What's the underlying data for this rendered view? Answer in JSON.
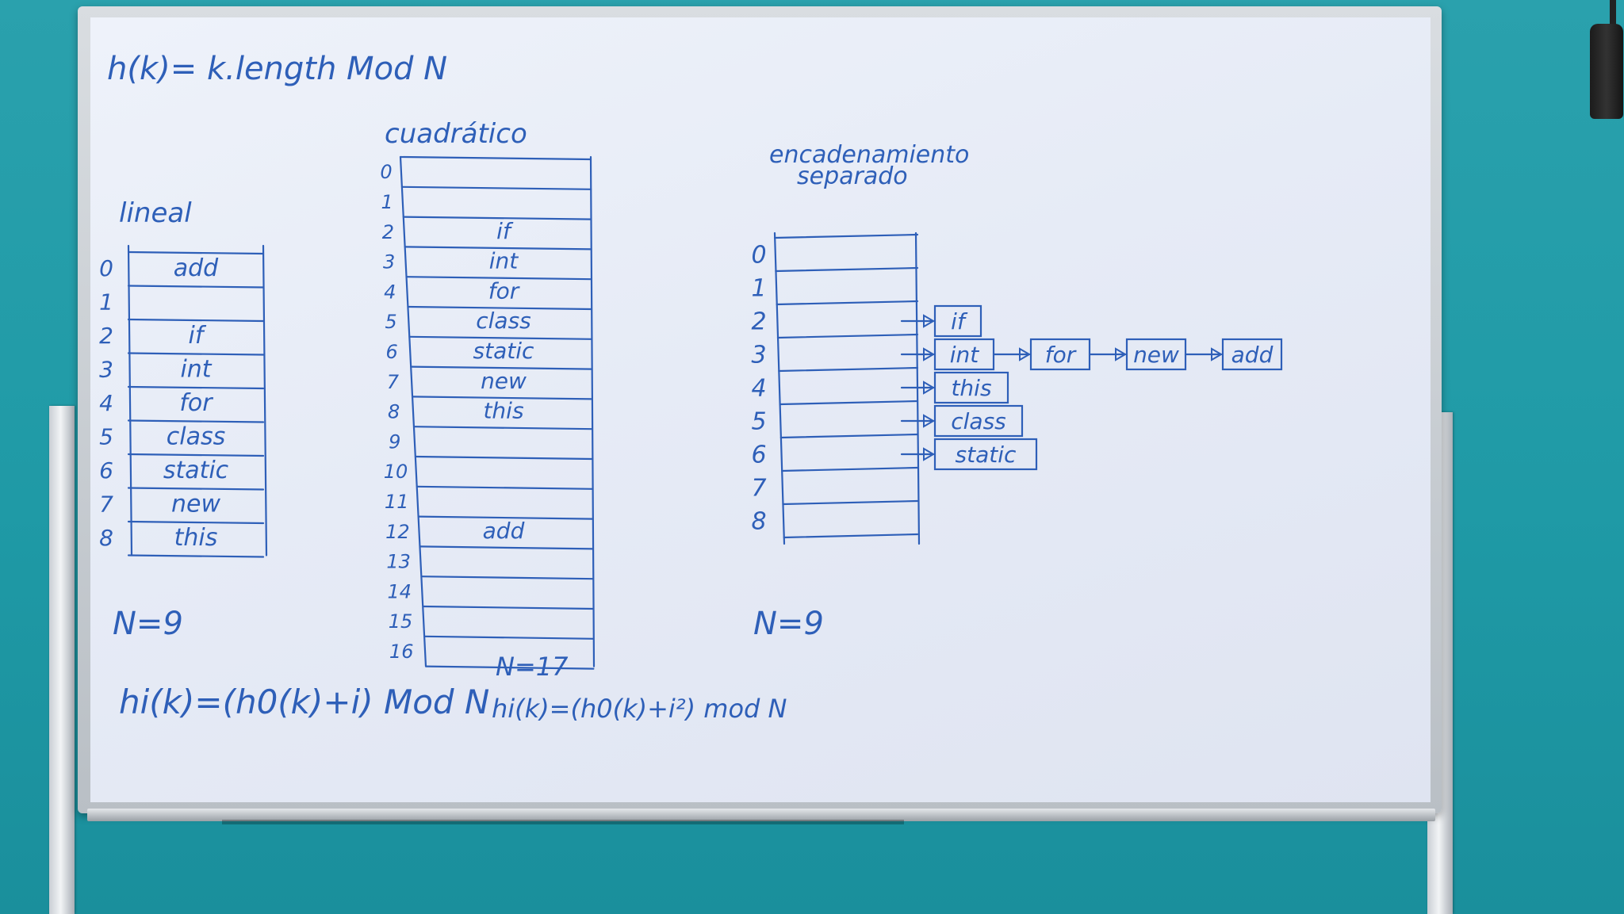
{
  "board": {
    "formula_top": "h(k)= k.length Mod N",
    "linear": {
      "title": "lineal",
      "indices": [
        "0",
        "1",
        "2",
        "3",
        "4",
        "5",
        "6",
        "7",
        "8"
      ],
      "cells": [
        "add",
        "",
        "if",
        "int",
        "for",
        "class",
        "static",
        "new",
        "this"
      ],
      "n_label": "N=9",
      "formula": "hi(k)=(h0(k)+i) Mod N"
    },
    "quadratic": {
      "title": "cuadrático",
      "indices": [
        "0",
        "1",
        "2",
        "3",
        "4",
        "5",
        "6",
        "7",
        "8",
        "9",
        "10",
        "11",
        "12",
        "13",
        "14",
        "15",
        "16"
      ],
      "cells": [
        "",
        "",
        "if",
        "int",
        "for",
        "class",
        "static",
        "new",
        "this",
        "",
        "",
        "",
        "add",
        "",
        "",
        "",
        ""
      ],
      "n_label": "N=17",
      "formula": "hi(k)=(h0(k)+i²) mod N"
    },
    "chaining": {
      "title_line1": "encadenamiento",
      "title_line2": "separado",
      "indices": [
        "0",
        "1",
        "2",
        "3",
        "4",
        "5",
        "6",
        "7",
        "8"
      ],
      "chains": [
        {
          "slot": "2",
          "items": [
            "if"
          ]
        },
        {
          "slot": "3",
          "items": [
            "int",
            "for",
            "new",
            "add"
          ]
        },
        {
          "slot": "4",
          "items": [
            "this"
          ]
        },
        {
          "slot": "5",
          "items": [
            "class"
          ]
        },
        {
          "slot": "6",
          "items": [
            "static"
          ]
        }
      ],
      "n_label": "N=9"
    },
    "ink_color": "#2e5fb8"
  }
}
